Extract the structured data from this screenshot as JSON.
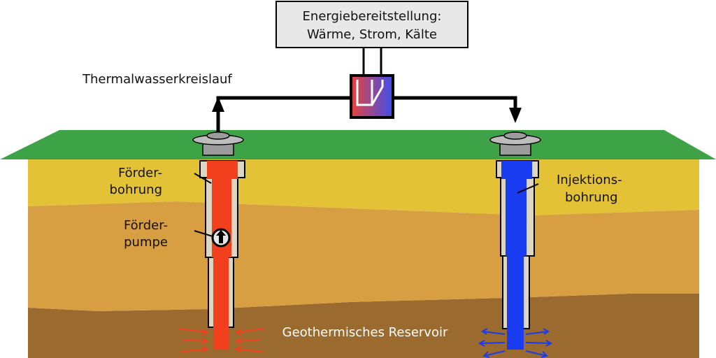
{
  "energy_box": {
    "line1": "Energiebereitstellung:",
    "line2": "Wärme, Strom, Kälte"
  },
  "loop_label": "Thermalwasserkreislauf",
  "production_well": {
    "label_line1": "Förder-",
    "label_line2": "bohrung"
  },
  "pump": {
    "label_line1": "Förder-",
    "label_line2": "pumpe"
  },
  "injection_well": {
    "label_line1": "Injektions-",
    "label_line2": "bohrung"
  },
  "reservoir_label": "Geothermisches Reservoir",
  "colors": {
    "hot_water": "#f2401e",
    "cold_water": "#1a3cf0",
    "ground_surface": "#3da346",
    "layer_top": "#e3c236",
    "layer_middle": "#d79e42",
    "layer_bottom": "#9b6a2e"
  }
}
